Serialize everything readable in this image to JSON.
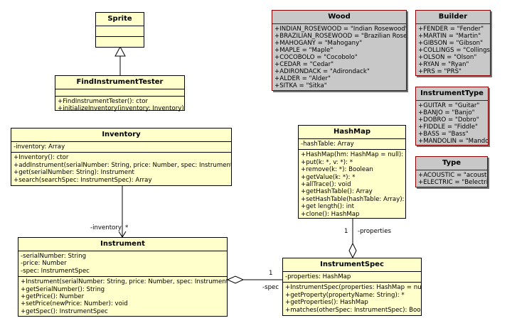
{
  "sprite": {
    "name": "Sprite"
  },
  "finder": {
    "name": "FindInstrumentTester",
    "methods": [
      "+FindInstrumentTester(): ctor",
      "+initializeInventory(inventory: Inventory): void"
    ]
  },
  "inventory": {
    "name": "Inventory",
    "attributes": [
      "-inventory: Array"
    ],
    "methods": [
      "+Inventory(): ctor",
      "+addInstrument(serialNumber: String, price: Number, spec: InstrumentSpec): void",
      "+get(serialNumber: String): Instrument",
      "+search(searchSpec: InstrumentSpec): Array"
    ]
  },
  "instrument": {
    "name": "Instrument",
    "attributes": [
      "-serialNumber: String",
      "-price: Number",
      "-spec: InstrumentSpec"
    ],
    "methods": [
      "+Instrument(serialNumber: String, price: Number, spec: InstrumentSpec): ctor",
      "+getSerialNumber(): String",
      "+getPrice(): Number",
      "+setPrice(newPrice: Number): void",
      "+getSpec(): InstrumentSpec"
    ]
  },
  "hashmap": {
    "name": "HashMap",
    "attributes": [
      "-hashTable: Array"
    ],
    "methods": [
      "+HashMap(hm: HashMap = null): ctor",
      "+put(k: *, v: *): *",
      "+remove(k: *): Boolean",
      "+getValue(k: *): *",
      "+allTrace(): void",
      "+getHashTable(): Array",
      "+setHashTable(hashTable: Array): void",
      "+get length(): int",
      "+clone(): HashMap"
    ]
  },
  "instrumentspec": {
    "name": "InstrumentSpec",
    "attributes": [
      "-properties: HashMap"
    ],
    "methods": [
      "+InstrumentSpec(properties: HashMap = null): ctor",
      "+getProperty(propertyName: String): *",
      "+getProperties(): HashMap",
      "+matches(otherSpec: InstrumentSpec): Boolean"
    ]
  },
  "wood": {
    "name": "Wood",
    "literals": [
      "+INDIAN_ROSEWOOD = \"Indian Rosewood\"",
      "+BRAZILIAN_ROSEWOOD = \"Brazilian Rosewood\"",
      "+MAHOGANY = \"Mahogany\"",
      "+MAPLE = \"Maple\"",
      "+COCOBOLO = \"Cocobolo\"",
      "+CEDAR = \"Cedar\"",
      "+ADIRONDACK = \"Adirondack\"",
      "+ALDER = \"Alder\"",
      "+SITKA = \"Sitka\""
    ]
  },
  "builder": {
    "name": "Builder",
    "literals": [
      "+FENDER = \"Fender\"",
      "+MARTIN = \"Martin\"",
      "+GIBSON = \"Gibson\"",
      "+COLLINGS = \"Collings\"",
      "+OLSON = \"Olson\"",
      "+RYAN = \"Ryan\"",
      "+PRS = \"PRS\""
    ]
  },
  "instrumenttype": {
    "name": "InstrumentType",
    "literals": [
      "+GUITAR = \"Guitar\"",
      "+BANJO = \"Banjo\"",
      "+DOBRO = \"Dobro\"",
      "+FIDDLE = \"Fiddle\"",
      "+BASS = \"Bass\"",
      "+MANDOLIN = \"Mandolin\""
    ]
  },
  "type": {
    "name": "Type",
    "literals": [
      "+ACOUSTIC = \"acoustic\"",
      "+ELECTRIC = \"Belectric\""
    ]
  },
  "labels": {
    "inventory_role": "-inventory",
    "inventory_mult": "*",
    "spec_role": "-spec",
    "spec_mult": "1",
    "properties_role": "-properties",
    "properties_mult": "1"
  }
}
